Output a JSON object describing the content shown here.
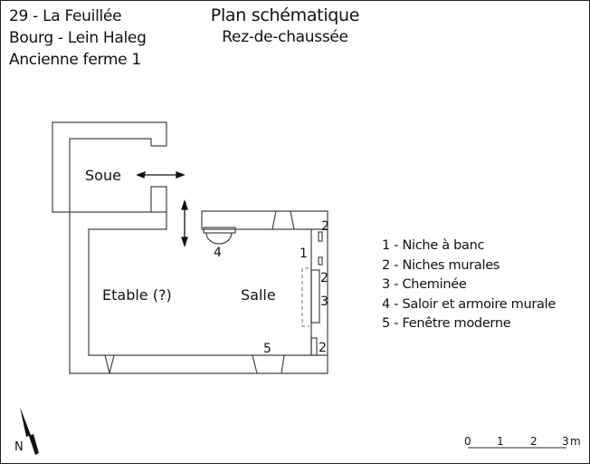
{
  "header": {
    "lines": [
      "29 - La Feuillée",
      "Bourg - Lein Haleg",
      "Ancienne ferme 1"
    ],
    "title": "Plan schématique",
    "subtitle": "Rez-de-chaussée"
  },
  "rooms": {
    "soue": "Soue",
    "etable": "Etable (?)",
    "salle": "Salle"
  },
  "markers": {
    "m1": "1",
    "m2a": "2",
    "m2b": "2",
    "m2c": "2",
    "m3": "3",
    "m4": "4",
    "m5": "5"
  },
  "legend": [
    "1 - Niche à banc",
    "2 - Niches murales",
    "3 - Cheminée",
    "4 - Saloir et armoire murale",
    "5 - Fenêtre moderne"
  ],
  "north": {
    "label": "N",
    "icon": "north-arrow-icon"
  },
  "scale": {
    "ticks": [
      "0",
      "1",
      "2",
      "3"
    ],
    "unit": "m"
  },
  "colors": {
    "line": "#444444",
    "text": "#111111",
    "dashed": "#888888"
  }
}
